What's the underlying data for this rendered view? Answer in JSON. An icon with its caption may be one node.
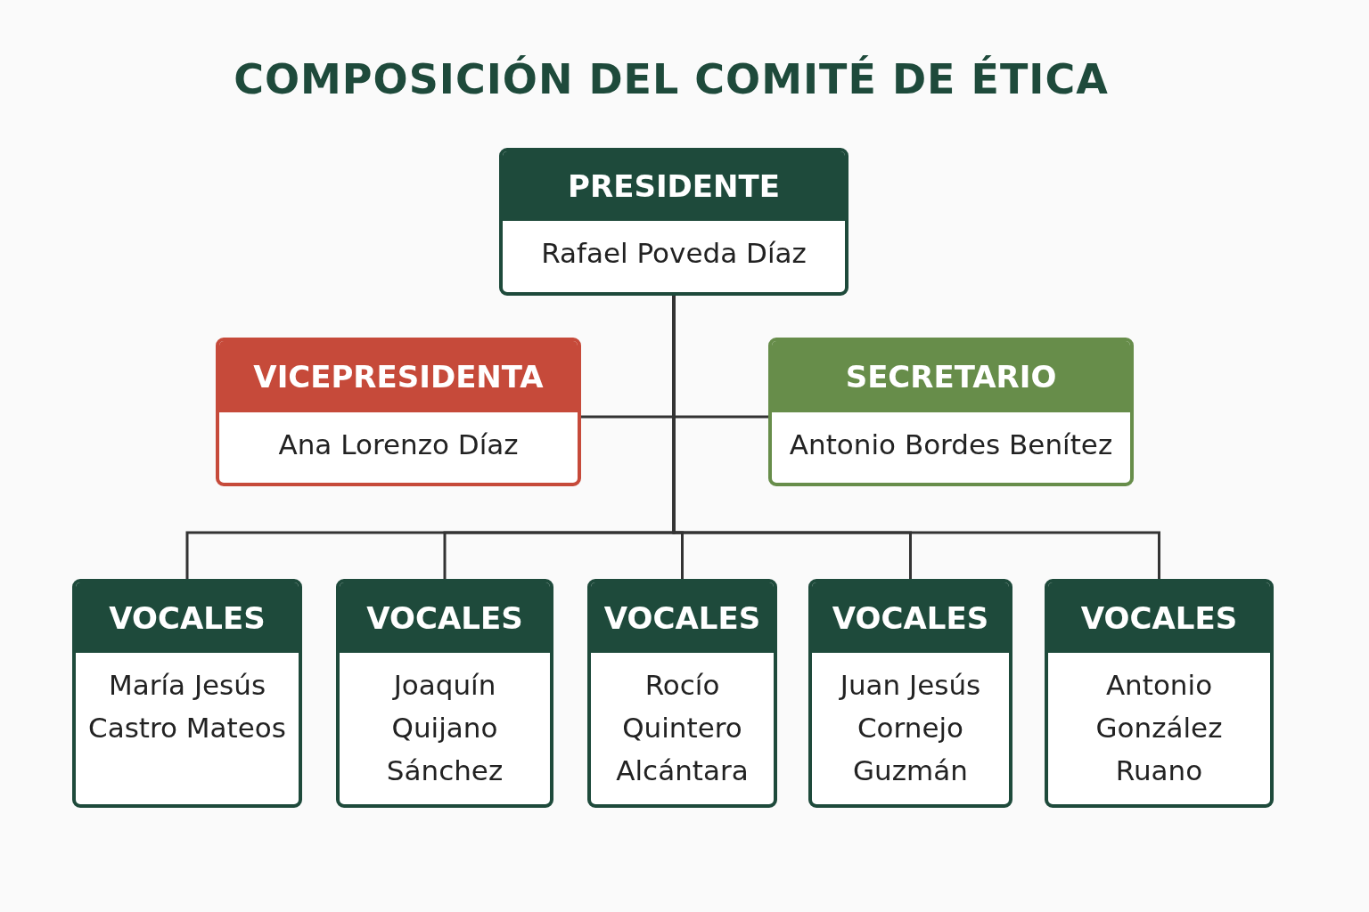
{
  "diagram": {
    "title": "COMPOSICIÓN DEL COMITÉ DE ÉTICA",
    "nodes": [
      {
        "text": [
          "PRESIDENTE",
          "Rafael Poveda Díaz"
        ]
      },
      {
        "text": [
          "VICEPRESIDENTA",
          "Ana Lorenzo Díaz"
        ]
      },
      {
        "text": [
          "SECRETARIO",
          "Antonio Bordes Benítez"
        ]
      },
      {
        "text": [
          "VOCALES",
          "María Jesús Castro Mateos"
        ]
      },
      {
        "text": [
          "VOCALES",
          "Joaquín Quijano Sánchez"
        ]
      },
      {
        "text": [
          "VOCALES",
          "Rocío Quintero Alcántara"
        ]
      },
      {
        "text": [
          "VOCALES",
          "Juan Jesús Cornejo Guzmán"
        ]
      },
      {
        "text": [
          "VOCALES",
          "Antonio González Ruano"
        ]
      }
    ],
    "edges": [
      {
        "from": 0,
        "to": 1,
        "arrow": "none"
      },
      {
        "from": 0,
        "to": 2,
        "arrow": "none"
      },
      {
        "from": 0,
        "to": 3,
        "arrow": "none"
      },
      {
        "from": 0,
        "to": 4,
        "arrow": "none"
      },
      {
        "from": 0,
        "to": 5,
        "arrow": "none"
      },
      {
        "from": 0,
        "to": 6,
        "arrow": "none"
      },
      {
        "from": 0,
        "to": 7,
        "arrow": "none"
      }
    ]
  }
}
